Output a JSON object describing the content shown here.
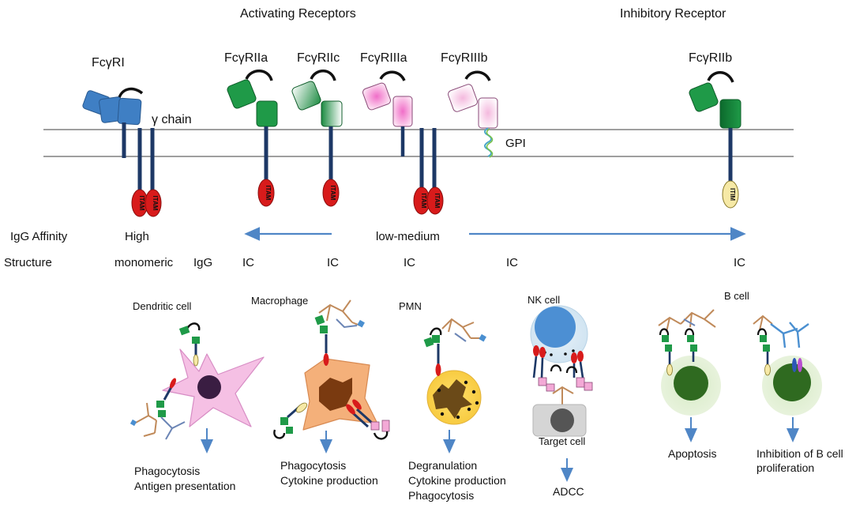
{
  "headers": {
    "activating": "Activating Receptors",
    "inhibitory": "Inhibitory Receptor"
  },
  "receptors": {
    "fcgri": "FcγRI",
    "fcgriia": "FcγRIIa",
    "fcgriic": "FcγRIIc",
    "fcgriiia": "FcγRIIIa",
    "fcgriiib": "FcγRIIIb",
    "fcgriib": "FcγRIIb"
  },
  "membrane_labels": {
    "gamma_chain": "γ chain",
    "gpi": "GPI"
  },
  "motifs": {
    "itam": "ITAM",
    "itim": "ITIM"
  },
  "affinity": {
    "row_label": "IgG Affinity",
    "high": "High",
    "low_medium": "low-medium"
  },
  "structure": {
    "row_label": "Structure",
    "monomeric": "monomeric",
    "igg": "IgG",
    "ic": [
      "IC",
      "IC",
      "IC",
      "IC",
      "IC"
    ]
  },
  "cells": {
    "dendritic": {
      "name": "Dendritic cell",
      "functions": [
        "Phagocytosis",
        "Antigen presentation"
      ]
    },
    "macrophage": {
      "name": "Macrophage",
      "functions": [
        "Phagocytosis",
        "Cytokine production"
      ]
    },
    "pmn": {
      "name": "PMN",
      "functions": [
        "Degranulation",
        "Cytokine production",
        "Phagocytosis"
      ]
    },
    "nk": {
      "name": "NK cell",
      "target": "Target cell",
      "functions": [
        "ADCC"
      ]
    },
    "bcell": {
      "name": "B cell",
      "functions_left": [
        "Apoptosis"
      ],
      "functions_right": [
        "Inhibition of B cell",
        "proliferation"
      ]
    }
  },
  "colors": {
    "blue_domain": "#3f7fc4",
    "green_domain": "#1f9a48",
    "pink_domain": "#f3a9d6",
    "itam_red": "#d81b1b",
    "itim_yellow": "#f6e9a6",
    "arrow_blue": "#4f86c6",
    "stalk_navy": "#1d3866"
  }
}
